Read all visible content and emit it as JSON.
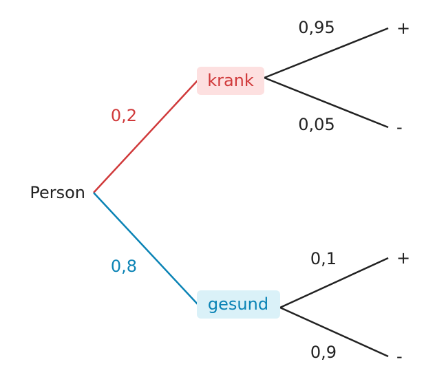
{
  "root": {
    "label": "Person"
  },
  "branches": {
    "upper": {
      "probability": "0,2",
      "label": "krank",
      "color": "#d0393a",
      "box_fill": "#fde0e0",
      "outcomes": [
        {
          "probability": "0,95",
          "label": "+"
        },
        {
          "probability": "0,05",
          "label": "-"
        }
      ]
    },
    "lower": {
      "probability": "0,8",
      "label": "gesund",
      "color": "#0a83b5",
      "box_fill": "#daf1f8",
      "outcomes": [
        {
          "probability": "0,1",
          "label": "+"
        },
        {
          "probability": "0,9",
          "label": "-"
        }
      ]
    }
  },
  "colors": {
    "text": "#222222",
    "edge": "#222222"
  }
}
